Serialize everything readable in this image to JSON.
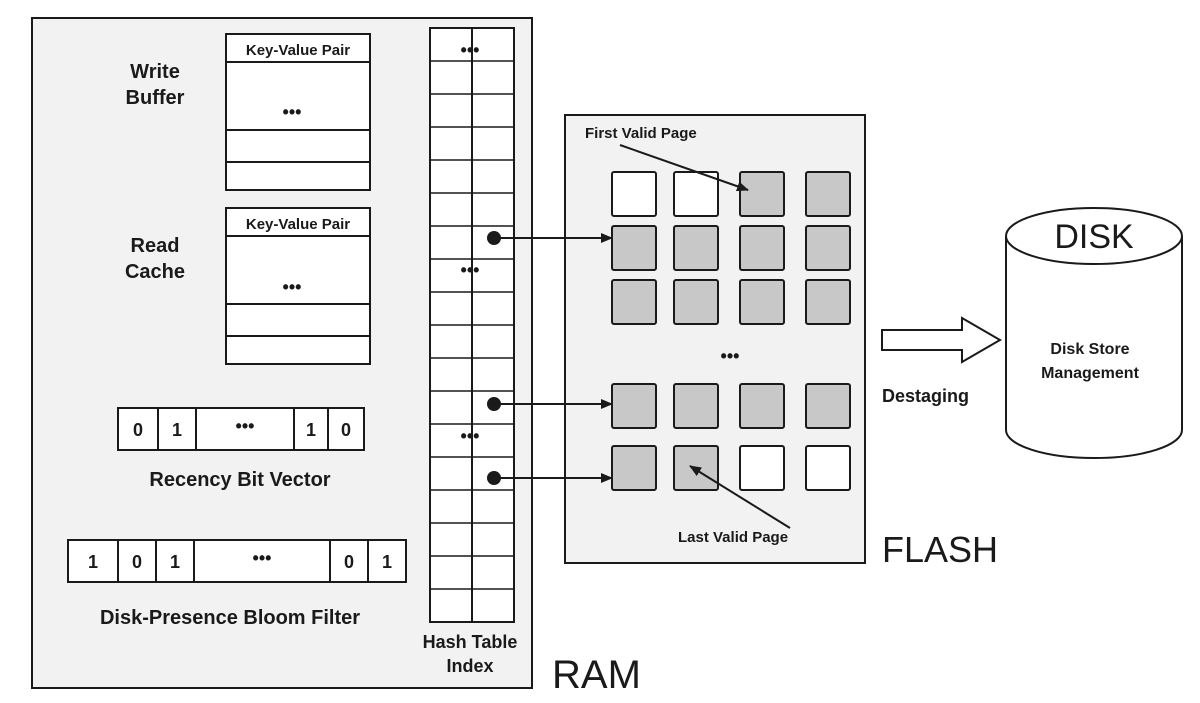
{
  "ram": {
    "label": "RAM",
    "write_buffer": {
      "label_line1": "Write",
      "label_line2": "Buffer",
      "header": "Key-Value Pair",
      "ellipsis": "•••"
    },
    "read_cache": {
      "label_line1": "Read",
      "label_line2": "Cache",
      "header": "Key-Value Pair",
      "ellipsis": "•••"
    },
    "recency_bit_vector": {
      "label": "Recency Bit Vector",
      "cells": [
        "0",
        "1",
        "•••",
        "1",
        "0"
      ]
    },
    "bloom_filter": {
      "label": "Disk-Presence Bloom Filter",
      "cells": [
        "1",
        "0",
        "1",
        "•••",
        "0",
        "1"
      ]
    },
    "hash_table": {
      "label_line1": "Hash Table",
      "label_line2": "Index",
      "ellipsis": "•••"
    }
  },
  "flash": {
    "label": "FLASH",
    "first_valid_page": "First Valid Page",
    "last_valid_page": "Last Valid Page",
    "ellipsis": "•••",
    "grid_top": [
      [
        "empty",
        "empty",
        "filled",
        "filled"
      ],
      [
        "filled",
        "filled",
        "filled",
        "filled"
      ],
      [
        "filled",
        "filled",
        "filled",
        "filled"
      ]
    ],
    "grid_bottom": [
      [
        "filled",
        "filled",
        "filled",
        "filled"
      ],
      [
        "filled",
        "filled",
        "empty",
        "empty"
      ]
    ]
  },
  "destaging": {
    "label": "Destaging"
  },
  "disk": {
    "label": "DISK",
    "inner_line1": "Disk Store",
    "inner_line2": "Management"
  },
  "colors": {
    "panel": "#f2f2f2",
    "filled_page": "#c8c8c8",
    "empty_page": "#ffffff",
    "stroke": "#1a1a1a"
  }
}
